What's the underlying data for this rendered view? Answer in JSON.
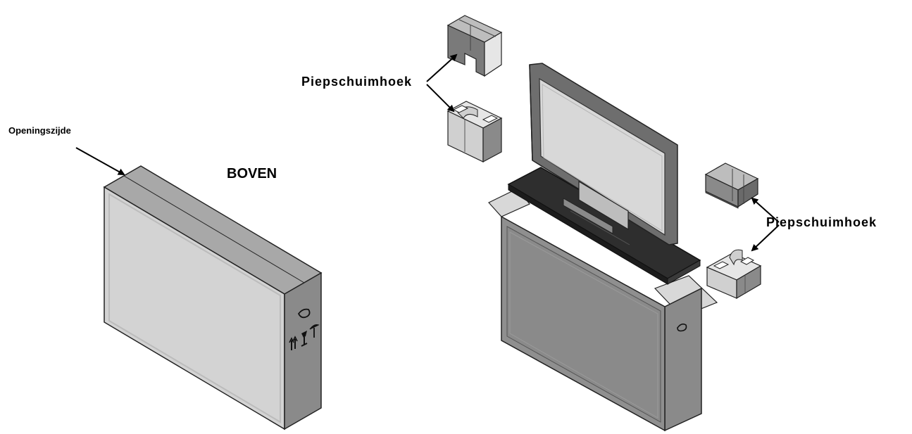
{
  "labels": {
    "opening_side": "Openingszijde",
    "top": "BOVEN",
    "foam_corner_top": "Piepschuimhoek",
    "foam_corner_right": "Piepschuimhoek"
  },
  "colors": {
    "box_front": "#d3d3d3",
    "box_side": "#8a8a8a",
    "box_top": "#a8a8a8",
    "tv_frame": "#6e6e6e",
    "tv_screen": "#d8d8d8",
    "stand": "#2e2e2e",
    "foam_light": "#e6e6e6",
    "foam_dark": "#7a7a7a",
    "outline": "#222222"
  },
  "icons": [
    "this-way-up-icon",
    "fragile-icon",
    "keep-dry-icon",
    "handle-hole-icon"
  ]
}
